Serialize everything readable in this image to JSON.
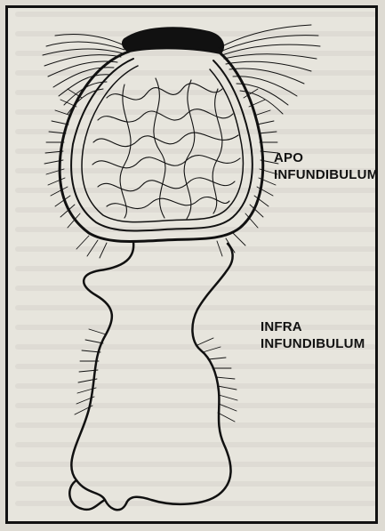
{
  "labels": {
    "apo_line1": "APO",
    "apo_line2": "INFUNDIBULUM",
    "infra_line1": "INFRA",
    "infra_line2": "INFUNDIBULUM"
  },
  "colors": {
    "ink": "#111111",
    "paper": "#dedbd3"
  }
}
